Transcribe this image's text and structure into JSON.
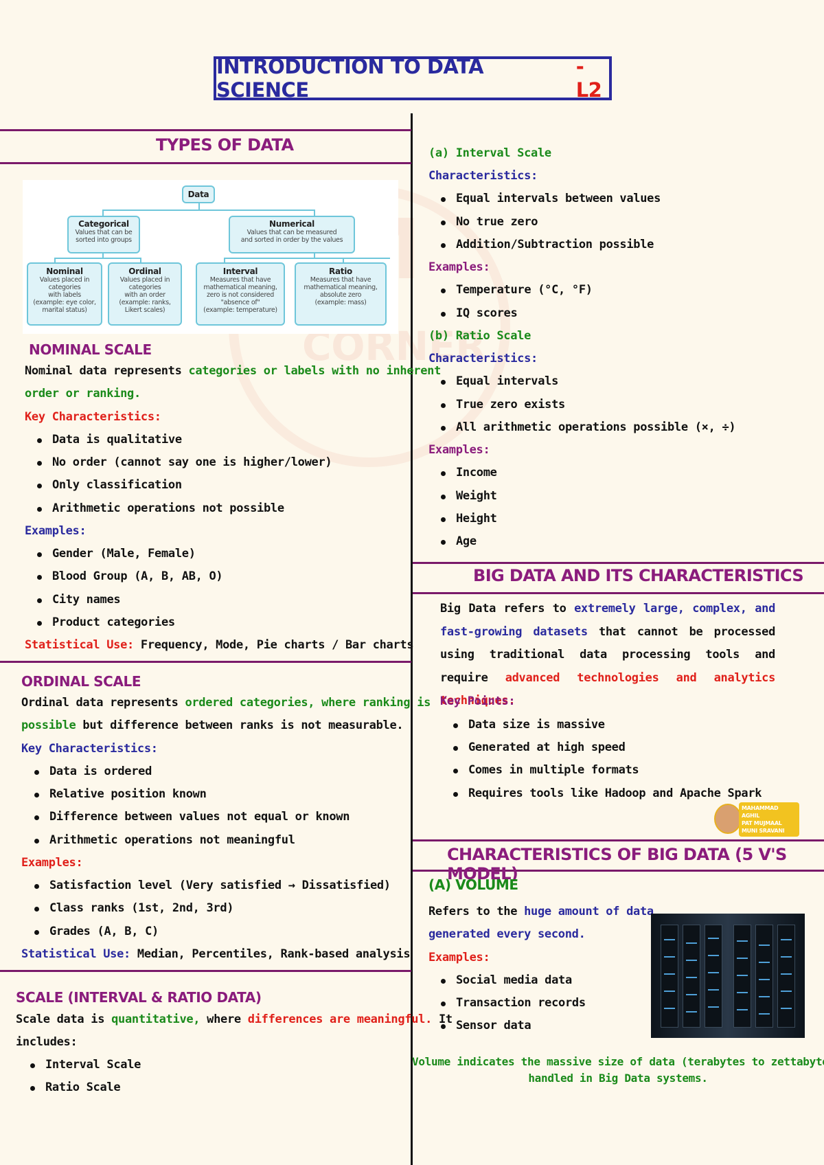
{
  "title": {
    "main": "INTRODUCTION TO DATA SCIENCE",
    "suffix": "-L2"
  },
  "types_of_data": {
    "title": "TYPES OF DATA",
    "diagram": {
      "root": "Data",
      "categorical": {
        "title": "Categorical",
        "desc": [
          "Values that can be",
          "sorted into groups"
        ]
      },
      "numerical": {
        "title": "Numerical",
        "desc": [
          "Values that can be measured",
          "and sorted in order by the values"
        ]
      },
      "nominal": {
        "title": "Nominal",
        "desc": [
          "Values placed in",
          "categories",
          "with labels",
          "(example: eye color,",
          "marital status)"
        ]
      },
      "ordinal": {
        "title": "Ordinal",
        "desc": [
          "Values placed in",
          "categories",
          "with an order",
          "(example: ranks,",
          "Likert scales)"
        ]
      },
      "interval": {
        "title": "Interval",
        "desc": [
          "Measures that have",
          "mathematical meaning,",
          "zero is not considered",
          "\"absence of\"",
          "(example: temperature)"
        ]
      },
      "ratio": {
        "title": "Ratio",
        "desc": [
          "Measures that have",
          "mathematical meaning,",
          "absolute zero",
          "(example: mass)"
        ]
      }
    }
  },
  "nominal": {
    "title": "NOMINAL SCALE",
    "intro_prefix": "Nominal data represents ",
    "intro_highlight": "categories or labels with no inherent",
    "intro_line2": "order or ranking.",
    "key_title": "Key Characteristics:",
    "key": [
      "Data is qualitative",
      "No order (cannot say one is higher/lower)",
      "Only classification",
      "Arithmetic operations not possible"
    ],
    "examples_title": "Examples:",
    "examples": [
      "Gender (Male, Female)",
      "Blood Group (A, B, AB, O)",
      "City names",
      "Product categories"
    ],
    "stat_label": "Statistical Use:",
    "stat_value": " Frequency, Mode, Pie charts / Bar charts"
  },
  "ordinal": {
    "title": "ORDINAL SCALE",
    "intro_prefix": "Ordinal data represents ",
    "intro_highlight": "ordered categories, where ranking is",
    "intro_line2_green": "possible",
    "intro_line2_rest": " but difference between ranks is not measurable.",
    "key_title": "Key Characteristics:",
    "key": [
      "Data is ordered",
      "Relative position known",
      "Difference between values not equal or known",
      "Arithmetic operations not meaningful"
    ],
    "examples_title": "Examples:",
    "examples": [
      "Satisfaction level (Very satisfied → Dissatisfied)",
      "Class ranks (1st, 2nd, 3rd)",
      "Grades (A, B, C)"
    ],
    "stat_label": "Statistical Use:",
    "stat_value": " Median, Percentiles, Rank-based analysis"
  },
  "scale": {
    "title": "SCALE (INTERVAL & RATIO DATA)",
    "intro_prefix": "Scale data is ",
    "intro_green": "quantitative,",
    "intro_mid": " where ",
    "intro_red": "differences are meaningful.",
    "intro_end": " It",
    "intro_line2": "includes:",
    "items": [
      "Interval Scale",
      "Ratio Scale"
    ]
  },
  "interval": {
    "title": "(a) Interval Scale",
    "char_title": "Characteristics:",
    "chars": [
      "Equal intervals between values",
      "No true zero",
      "Addition/Subtraction possible"
    ],
    "examples_title": "Examples:",
    "examples": [
      "Temperature (°C, °F)",
      "IQ scores"
    ]
  },
  "ratio": {
    "title": "(b) Ratio Scale",
    "char_title": "Characteristics:",
    "chars": [
      "Equal intervals",
      "True zero exists",
      "All arithmetic operations possible (×, ÷)"
    ],
    "examples_title": "Examples:",
    "examples": [
      "Income",
      "Weight",
      "Height",
      "Age"
    ]
  },
  "big_data": {
    "title": "BIG DATA AND ITS CHARACTERISTICS",
    "l1_a": "Big Data refers to ",
    "l1_b": "extremely large, complex, and fast-growing",
    "l2_a": "datasets",
    "l2_b": " that cannot be processed using traditional data",
    "l3_a": "processing tools and require ",
    "l3_b": "advanced technologies and",
    "l4": "analytics techniques.",
    "key_title": "Key Points:",
    "points": [
      "Data size is massive",
      "Generated at high speed",
      "Comes in multiple formats",
      "Requires tools like Hadoop and Apache Spark"
    ]
  },
  "five_v": {
    "title": "CHARACTERISTICS OF BIG DATA (5 V'S MODEL)",
    "volume_title": "(A) VOLUME",
    "volume_l1_a": "Refers to the ",
    "volume_l1_b": "huge amount of data",
    "volume_l2": "generated every second.",
    "examples_title": "Examples:",
    "examples": [
      "Social media data",
      "Transaction records",
      "Sensor data"
    ],
    "note_l1": "Volume indicates the massive size of data (terabytes to zettabytes)",
    "note_l2": "handled in Big Data systems."
  },
  "watermark": {
    "line1": "DM",
    "line2": "CORNER"
  },
  "badge": {
    "lines": [
      "MAHAMMAD",
      "AGHIL",
      "PAT MUJMAAL",
      "MUNI SRAVANI"
    ]
  },
  "colors": {
    "title": "#2a2a9e",
    "section": "#8a1c7c",
    "green": "#1a8a1a",
    "red": "#e0201a",
    "blue": "#2a2a9e"
  }
}
